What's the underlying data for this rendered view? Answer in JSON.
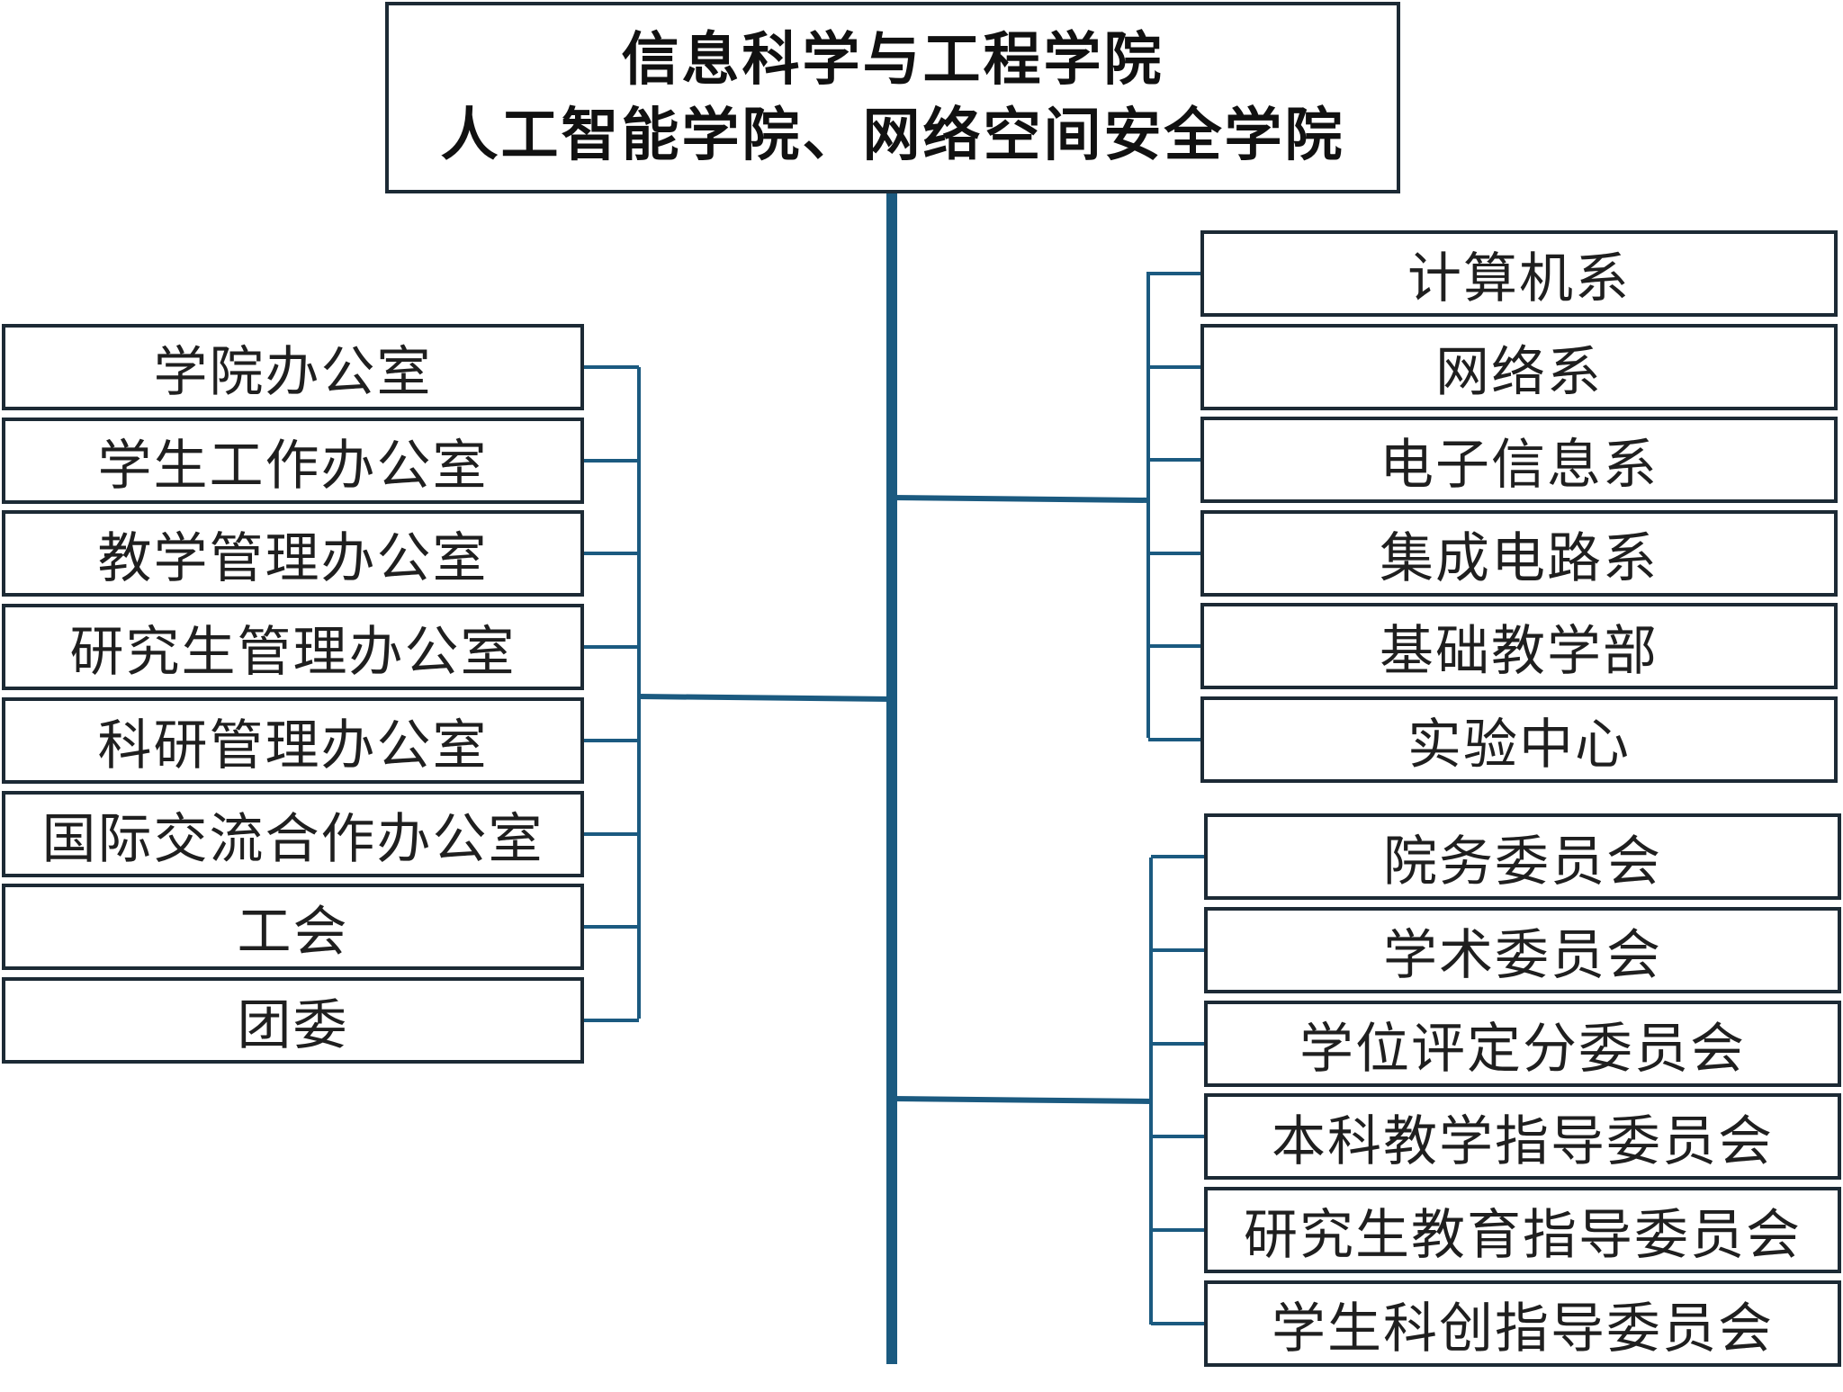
{
  "title": {
    "line1": "信息科学与工程学院",
    "line2": "人工智能学院、网络空间安全学院"
  },
  "offices": [
    {
      "label": "学院办公室"
    },
    {
      "label": "学生工作办公室"
    },
    {
      "label": "教学管理办公室"
    },
    {
      "label": "研究生管理办公室"
    },
    {
      "label": "科研管理办公室"
    },
    {
      "label": "国际交流合作办公室"
    },
    {
      "label": "工会"
    },
    {
      "label": "团委"
    }
  ],
  "departments": [
    {
      "label": "计算机系"
    },
    {
      "label": "网络系"
    },
    {
      "label": "电子信息系"
    },
    {
      "label": "集成电路系"
    },
    {
      "label": "基础教学部"
    },
    {
      "label": "实验中心"
    }
  ],
  "committees": [
    {
      "label": "院务委员会"
    },
    {
      "label": "学术委员会"
    },
    {
      "label": "学位评定分委员会"
    },
    {
      "label": "本科教学指导委员会"
    },
    {
      "label": "研究生教育指导委员会"
    },
    {
      "label": "学生科创指导委员会"
    }
  ],
  "colors": {
    "connector": "#1b5a80",
    "border": "#1c2a35",
    "text": "#1f1f1f"
  }
}
